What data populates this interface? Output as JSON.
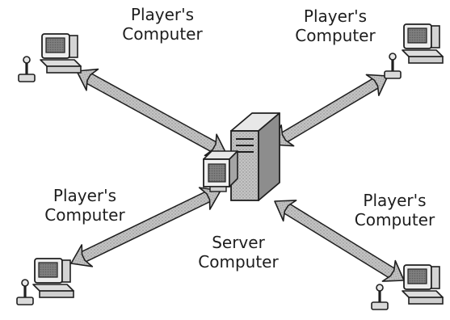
{
  "labels": {
    "top_left": [
      "Player's",
      "Computer"
    ],
    "top_right": [
      "Player's",
      "Computer"
    ],
    "bottom_left": [
      "Player's",
      "Computer"
    ],
    "bottom_right": [
      "Player's",
      "Computer"
    ],
    "center": [
      "Server",
      "Computer"
    ]
  },
  "icons": {
    "player_computer": "desktop-computer-with-joystick-icon",
    "server_computer": "server-tower-with-monitor-icon",
    "connection": "double-headed-arrow-icon"
  },
  "colors": {
    "arrow_fill": "#b7b7b7",
    "stroke": "#1f1f1f",
    "background": "#ffffff"
  }
}
